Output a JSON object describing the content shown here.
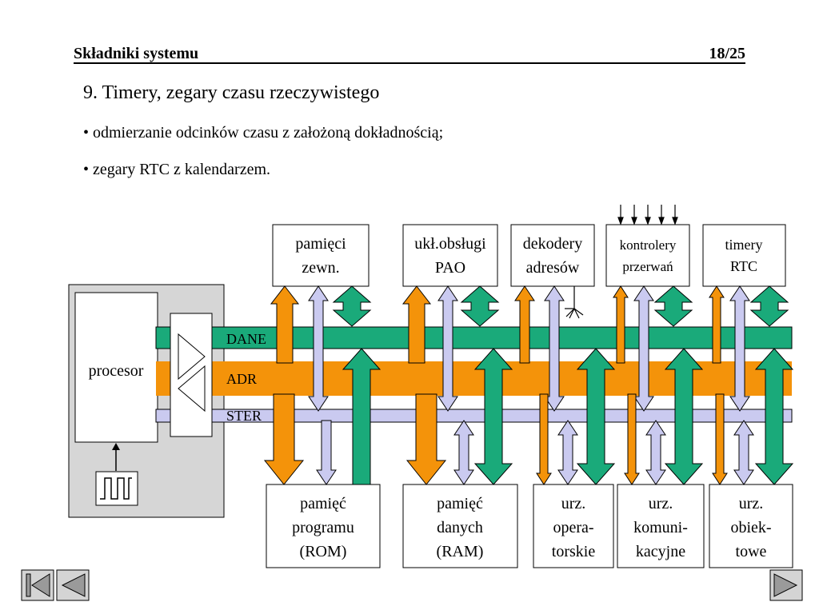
{
  "header": {
    "title": "Składniki systemu",
    "page": "18/25"
  },
  "content": {
    "heading": "9. Timery, zegary czasu rzeczywistego",
    "bullets": [
      "• odmierzanie odcinków czasu z założoną dokładnością;",
      "• zegary RTC z kalendarzem."
    ]
  },
  "diagram": {
    "processor": "procesor",
    "buses": {
      "data": "DANE",
      "address": "ADR",
      "control": "STER"
    },
    "top_blocks": {
      "ext_mem": [
        "pamięci",
        "zewn."
      ],
      "pao": [
        "ukł.obsługi",
        "PAO"
      ],
      "decoders": [
        "dekodery",
        "adresów"
      ],
      "irq": [
        "kontrolery",
        "przerwań"
      ],
      "timers": [
        "timery",
        "RTC"
      ]
    },
    "bottom_blocks": {
      "rom": [
        "pamięć",
        "programu",
        "(ROM)"
      ],
      "ram": [
        "pamięć",
        "danych",
        "(RAM)"
      ],
      "operator": [
        "urz.",
        "opera-",
        "torskie"
      ],
      "comm": [
        "urz.",
        "komuni-",
        "kacyjne"
      ],
      "object": [
        "urz.",
        "obiek-",
        "towe"
      ]
    }
  },
  "colors": {
    "data_bus": "#1aaa7a",
    "address_bus": "#f4930a",
    "control_bus": "#cacaf0",
    "processor_panel": "#d6d6d6"
  },
  "nav": {
    "first": "first-slide",
    "prev": "previous-slide",
    "next": "next-slide"
  }
}
